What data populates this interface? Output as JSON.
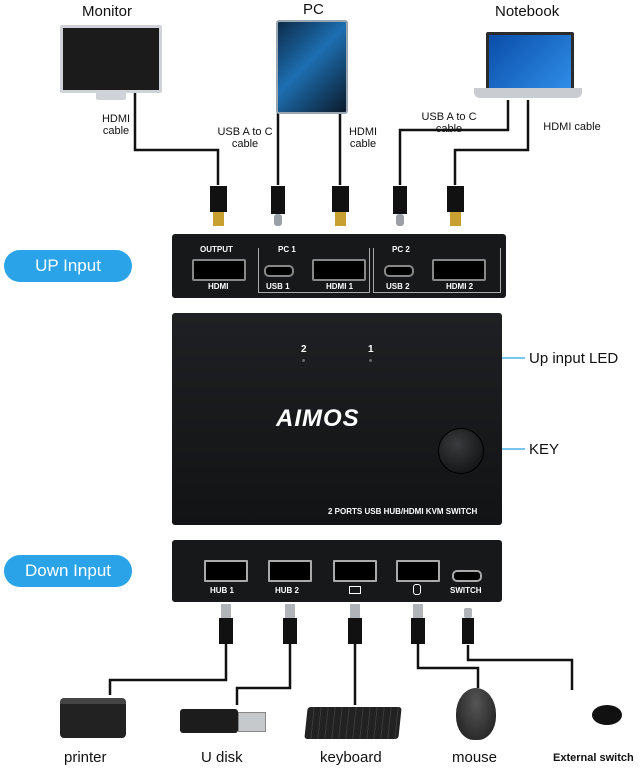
{
  "top_devices": {
    "monitor": "Monitor",
    "pc": "PC",
    "notebook": "Notebook"
  },
  "cable_labels": {
    "monitor_hdmi": "HDMI cable",
    "pc_usb": "USB A to C cable",
    "pc_hdmi": "HDMI cable",
    "nb_usb": "USB A to C cable",
    "nb_hdmi": "HDMI cable"
  },
  "up_panel": {
    "pill": "UP Input",
    "output": "OUTPUT",
    "pc1": "PC 1",
    "pc2": "PC 2",
    "hdmi": "HDMI",
    "usb1": "USB 1",
    "hdmi1": "HDMI 1",
    "usb2": "USB 2",
    "hdmi2": "HDMI 2"
  },
  "front": {
    "led2": "2",
    "led1": "1",
    "brand": "AIMOS",
    "model": "2 PORTS USB HUB/HDMI KVM SWITCH",
    "up_led_label": "Up input LED",
    "key_label": "KEY"
  },
  "down_panel": {
    "pill": "Down Input",
    "hub1": "HUB 1",
    "hub2": "HUB 2",
    "switch": "SWITCH"
  },
  "bottom_devices": {
    "printer": "printer",
    "udisk": "U disk",
    "keyboard": "keyboard",
    "mouse": "mouse",
    "external": "External switch"
  }
}
